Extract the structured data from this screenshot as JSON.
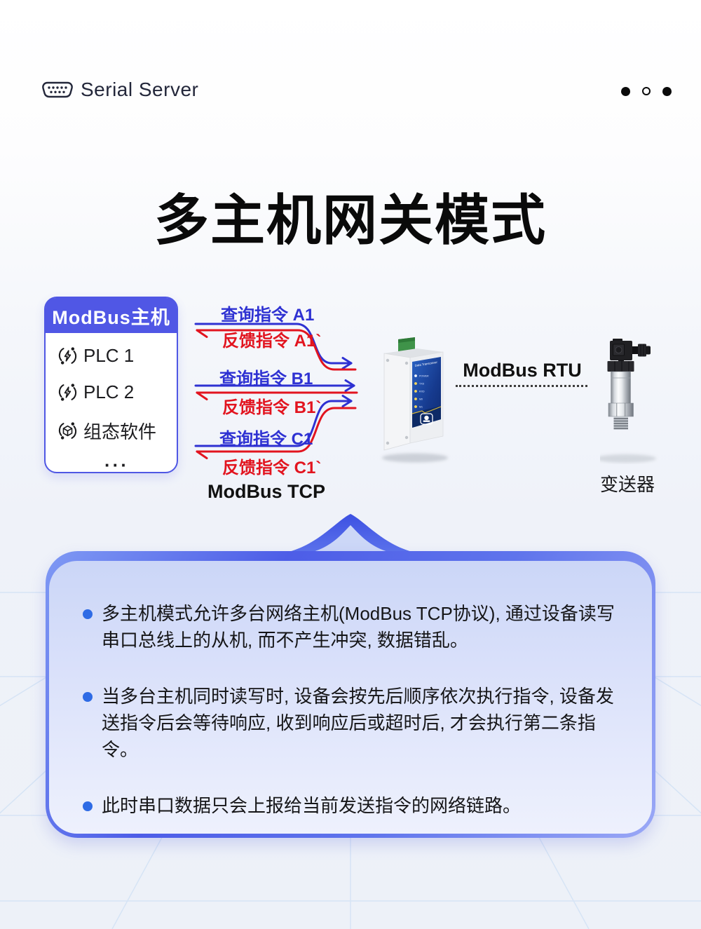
{
  "brand": {
    "name": "Serial Server",
    "icon": "db9-serial-port-icon"
  },
  "header_dots": [
    "filled",
    "outline",
    "filled"
  ],
  "title": "多主机网关模式",
  "diagram": {
    "host_box": {
      "title": "ModBus主机",
      "items": [
        {
          "icon": "plc-sync-icon",
          "label": "PLC 1"
        },
        {
          "icon": "plc-sync-icon",
          "label": "PLC 2"
        },
        {
          "icon": "software-cube-icon",
          "label": "组态软件"
        }
      ],
      "more": "···"
    },
    "flows": [
      {
        "query": "查询指令 A1",
        "response": "反馈指令 A1`"
      },
      {
        "query": "查询指令 B1",
        "response": "反馈指令 B1`"
      },
      {
        "query": "查询指令 C1",
        "response": "反馈指令 C1`"
      }
    ],
    "colors": {
      "query_blue": "#2e31d2",
      "response_red": "#e2141f"
    },
    "tcp_label": "ModBus TCP",
    "rtu_label": "ModBus RTU",
    "device": {
      "panel_title": "Data Transceiver",
      "leds": [
        "POWER",
        "TXD",
        "RXD",
        "M0",
        "M1"
      ]
    },
    "transmitter_label": "变送器"
  },
  "info_panel": {
    "bullets": [
      "多主机模式允许多台网络主机(ModBus TCP协议), 通过设备读写串口总线上的从机, 而不产生冲突, 数据错乱。",
      "当多台主机同时读写时, 设备会按先后顺序依次执行指令, 设备发送指令后会等待响应, 收到响应后或超时后, 才会执行第二条指令。",
      "此时串口数据只会上报给当前发送指令的网络链路。"
    ]
  }
}
